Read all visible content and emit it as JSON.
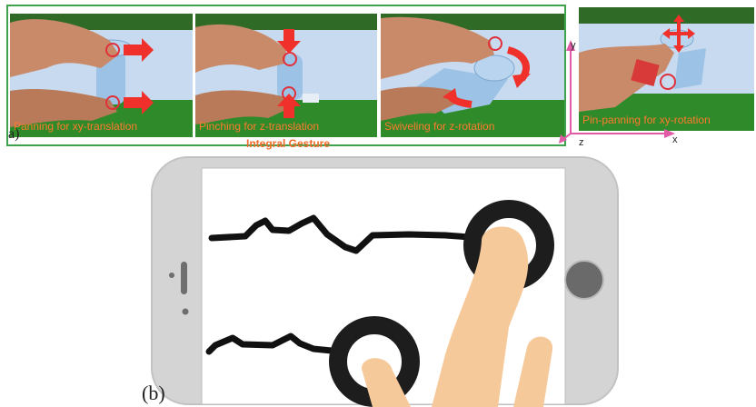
{
  "figure_a": {
    "label": "a)",
    "group_caption": "Integral Gesture",
    "panels": [
      {
        "id": "pan",
        "caption": "Panning for xy-translation"
      },
      {
        "id": "pinch",
        "caption": "Pinching for z-translation"
      },
      {
        "id": "swivel",
        "caption": "Swiveling for z-rotation"
      },
      {
        "id": "pinpan",
        "caption": "Pin-panning for xy-rotation"
      }
    ],
    "axes": {
      "x": "x",
      "y": "y",
      "z": "z"
    }
  },
  "figure_b": {
    "label": "(b)"
  },
  "colors": {
    "green_border": "#3fa34d",
    "caption_orange": "#ff7a2e",
    "arrow_red": "#f0302a",
    "axis_pink": "#e05aa6",
    "finger_skin": "#f6c99a"
  }
}
